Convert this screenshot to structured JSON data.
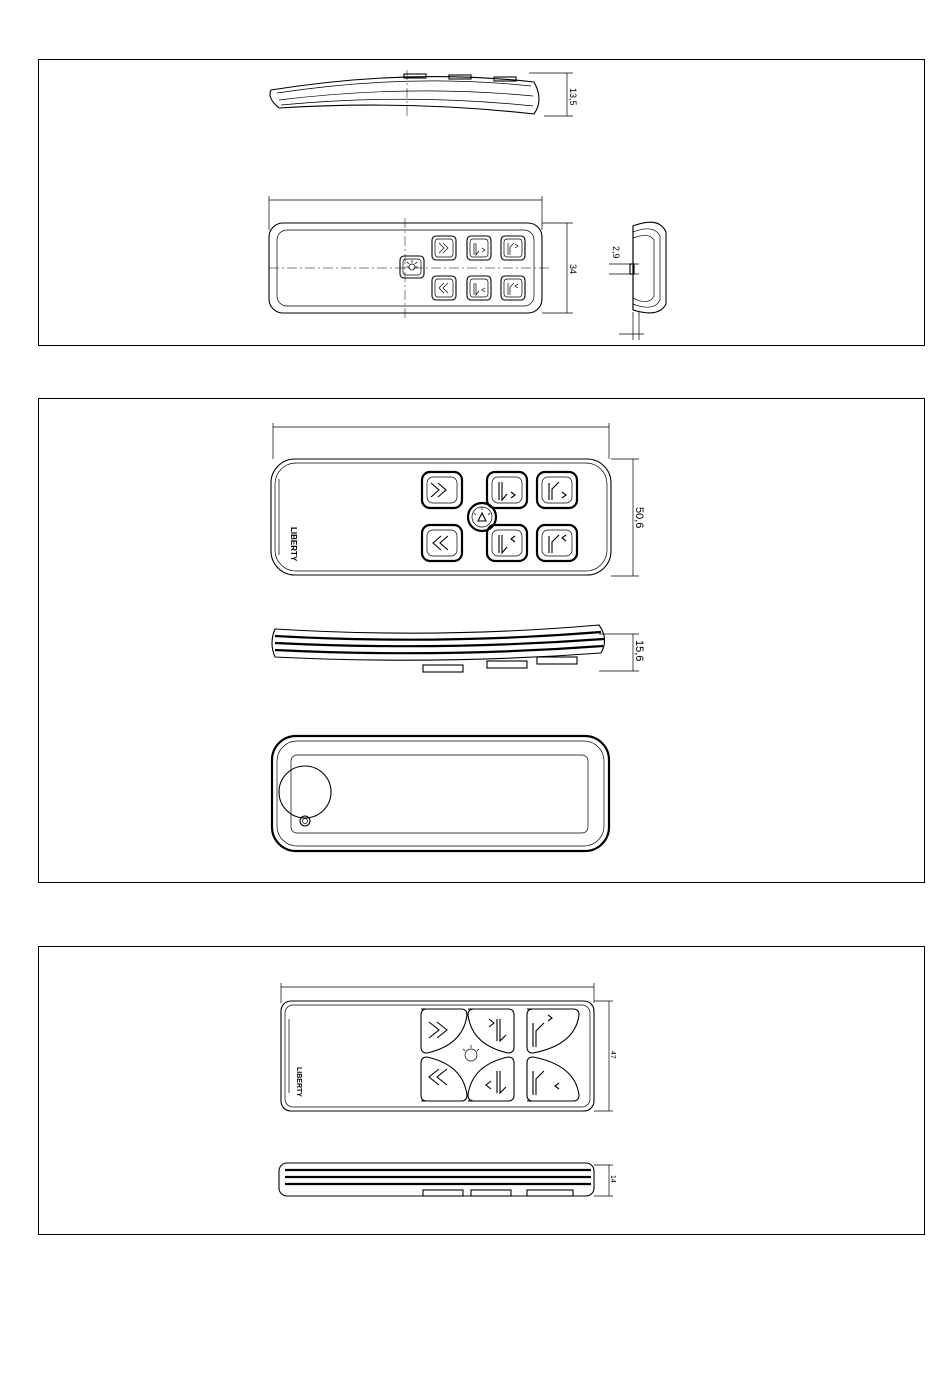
{
  "panels": [
    {
      "id": "remote-a",
      "dimensions": {
        "thickness": "13,5",
        "width": "34",
        "button_depth": "2,9"
      }
    },
    {
      "id": "remote-b",
      "dimensions": {
        "width": "50,6",
        "thickness": "15,6"
      }
    },
    {
      "id": "remote-c",
      "dimensions": {
        "width": "47",
        "thickness": "14"
      }
    }
  ],
  "brand_mark": "LIBERTY",
  "icons": [
    "double-chevron-right-icon",
    "raise-right-icon",
    "pivot-right-icon",
    "double-chevron-left-icon",
    "raise-left-icon",
    "pivot-left-icon",
    "light-icon"
  ]
}
